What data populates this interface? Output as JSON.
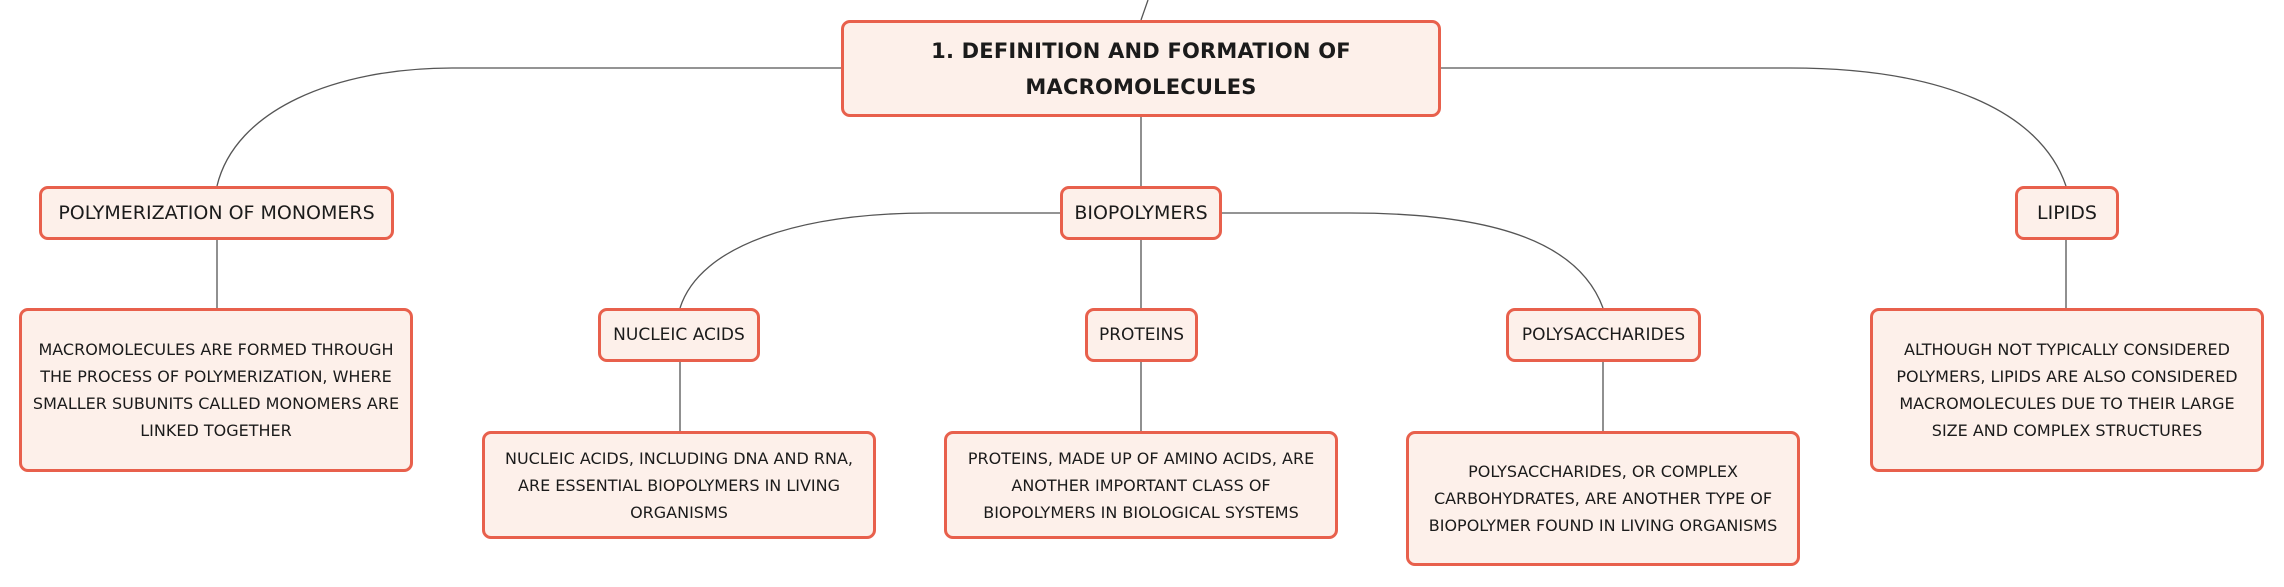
{
  "colors": {
    "node_fill": "#fdf0ea",
    "node_border": "#e8604c",
    "connector": "#555555",
    "background": "#ffffff"
  },
  "root": {
    "label": "1. DEFINITION AND FORMATION OF MACROMOLECULES"
  },
  "topics": {
    "polymerization": {
      "label": "POLYMERIZATION OF MONOMERS",
      "detail": "MACROMOLECULES ARE FORMED THROUGH THE PROCESS OF POLYMERIZATION, WHERE SMALLER SUBUNITS CALLED MONOMERS ARE LINKED TOGETHER"
    },
    "biopolymers": {
      "label": "BIOPOLYMERS",
      "children": {
        "nucleic_acids": {
          "label": "NUCLEIC ACIDS",
          "detail": "NUCLEIC ACIDS, INCLUDING DNA AND RNA, ARE ESSENTIAL BIOPOLYMERS IN LIVING ORGANISMS"
        },
        "proteins": {
          "label": "PROTEINS",
          "detail": "PROTEINS, MADE UP OF AMINO ACIDS, ARE ANOTHER IMPORTANT CLASS OF BIOPOLYMERS IN BIOLOGICAL SYSTEMS"
        },
        "polysaccharides": {
          "label": "POLYSACCHARIDES",
          "detail": "POLYSACCHARIDES, OR COMPLEX CARBOHYDRATES, ARE ANOTHER TYPE OF BIOPOLYMER FOUND IN LIVING ORGANISMS"
        }
      }
    },
    "lipids": {
      "label": "LIPIDS",
      "detail": "ALTHOUGH NOT TYPICALLY CONSIDERED POLYMERS, LIPIDS ARE ALSO CONSIDERED MACROMOLECULES DUE TO THEIR LARGE SIZE AND COMPLEX STRUCTURES"
    }
  }
}
